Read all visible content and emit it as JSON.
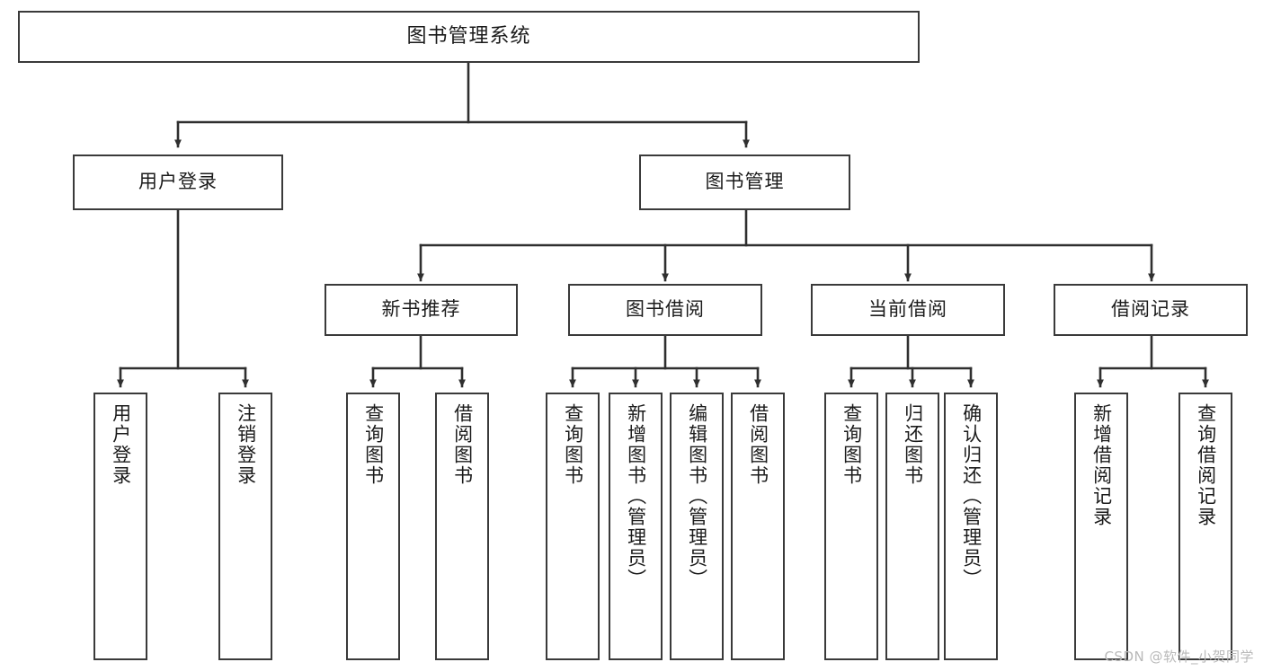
{
  "diagram": {
    "type": "tree",
    "title": "图书管理系统",
    "orientation": "top-down",
    "edge_color": "#3a3a3a",
    "box_border_color": "#3a3a3a",
    "box_fill_color": "#ffffff",
    "text_color": "#1b1b1b"
  },
  "root": {
    "label": "图书管理系统"
  },
  "level2": [
    {
      "label": "用户登录"
    },
    {
      "label": "图书管理"
    }
  ],
  "level3": [
    {
      "label": "新书推荐"
    },
    {
      "label": "图书借阅"
    },
    {
      "label": "当前借阅"
    },
    {
      "label": "借阅记录"
    }
  ],
  "leaves": {
    "user_login": [
      {
        "label": "用户登录"
      },
      {
        "label": "注销登录"
      }
    ],
    "new_book_recommend": [
      {
        "label": "查询图书"
      },
      {
        "label": "借阅图书"
      }
    ],
    "book_borrow": [
      {
        "label": "查询图书"
      },
      {
        "label": "新增图书（管理员）"
      },
      {
        "label": "编辑图书（管理员）"
      },
      {
        "label": "借阅图书"
      }
    ],
    "current_borrow": [
      {
        "label": "查询图书"
      },
      {
        "label": "归还图书"
      },
      {
        "label": "确认归还（管理员）"
      }
    ],
    "borrow_record": [
      {
        "label": "新增借阅记录"
      },
      {
        "label": "查询借阅记录"
      }
    ]
  },
  "watermark": {
    "text": "CSDN @软件_小贺同学"
  }
}
